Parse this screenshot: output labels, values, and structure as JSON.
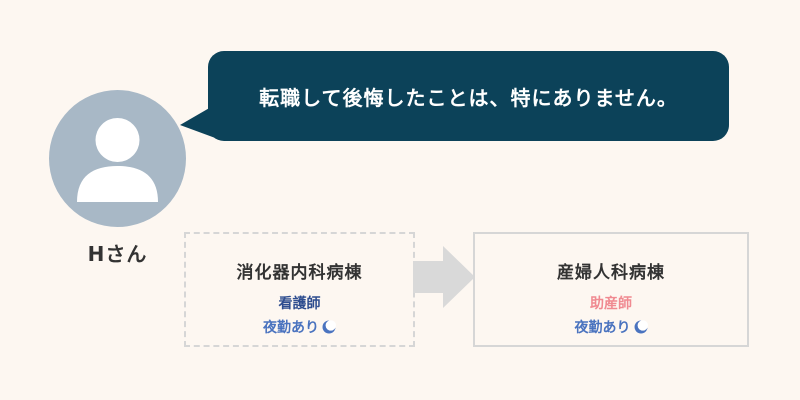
{
  "person": {
    "name": "Hさん"
  },
  "speech": {
    "text": "転職して後悔したことは、特にありません。"
  },
  "before": {
    "ward": "消化器内科病棟",
    "role": "看護師",
    "shift": "夜勤あり"
  },
  "after": {
    "ward": "産婦人科病棟",
    "role": "助産師",
    "shift": "夜勤あり"
  },
  "colors": {
    "bubble": "#0c4259",
    "avatar": "#a8b8c6",
    "nurse_role": "#2e4d8f",
    "midwife_role": "#f08a91",
    "night_shift": "#4a73bf",
    "arrow": "#d9d9d9"
  },
  "icons": {
    "avatar": "person-silhouette-icon",
    "shift": "moon-icon",
    "transition": "right-arrow-icon"
  }
}
